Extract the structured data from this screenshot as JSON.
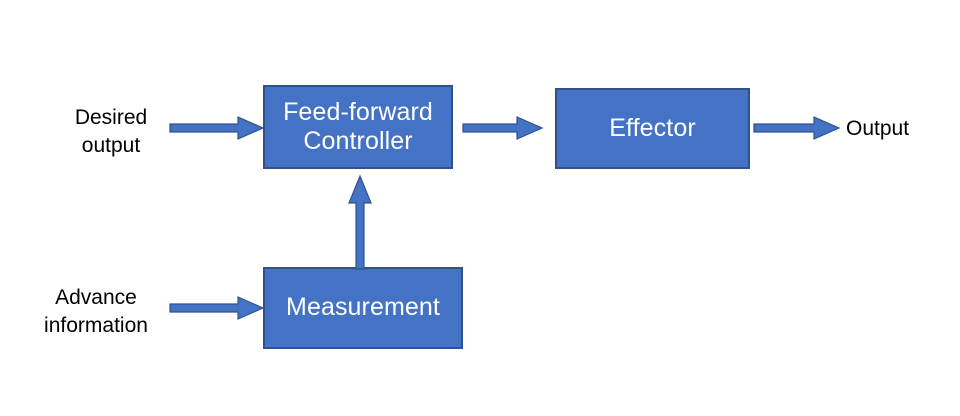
{
  "diagram": {
    "title": "Feed-forward control block diagram",
    "background_color": "#FFFFFF",
    "block_fill_color": "#4472C4",
    "block_border_color": "#2F528F",
    "block_text_color": "#FFFFFF",
    "label_text_color": "#000000",
    "arrow_color": "#4472C4",
    "arrow_outline_color": "#2F528F"
  },
  "blocks": [
    {
      "id": "controller",
      "label": "Feed-forward\nController",
      "icon": "process-block-icon"
    },
    {
      "id": "effector",
      "label": "Effector",
      "icon": "process-block-icon"
    },
    {
      "id": "measurement",
      "label": "Measurement",
      "icon": "process-block-icon"
    }
  ],
  "labels": [
    {
      "id": "desired_output",
      "text": "Desired\noutput"
    },
    {
      "id": "advance_information",
      "text": "Advance\ninformation"
    },
    {
      "id": "output",
      "text": "Output"
    }
  ],
  "arrows": [
    {
      "id": "desired_to_controller",
      "from": "Desired output",
      "to": "Feed-forward Controller",
      "direction": "right"
    },
    {
      "id": "controller_to_effector",
      "from": "Feed-forward Controller",
      "to": "Effector",
      "direction": "right"
    },
    {
      "id": "effector_to_output",
      "from": "Effector",
      "to": "Output",
      "direction": "right"
    },
    {
      "id": "advance_to_measurement",
      "from": "Advance information",
      "to": "Measurement",
      "direction": "right"
    },
    {
      "id": "measurement_to_controller",
      "from": "Measurement",
      "to": "Feed-forward Controller",
      "direction": "up"
    }
  ]
}
